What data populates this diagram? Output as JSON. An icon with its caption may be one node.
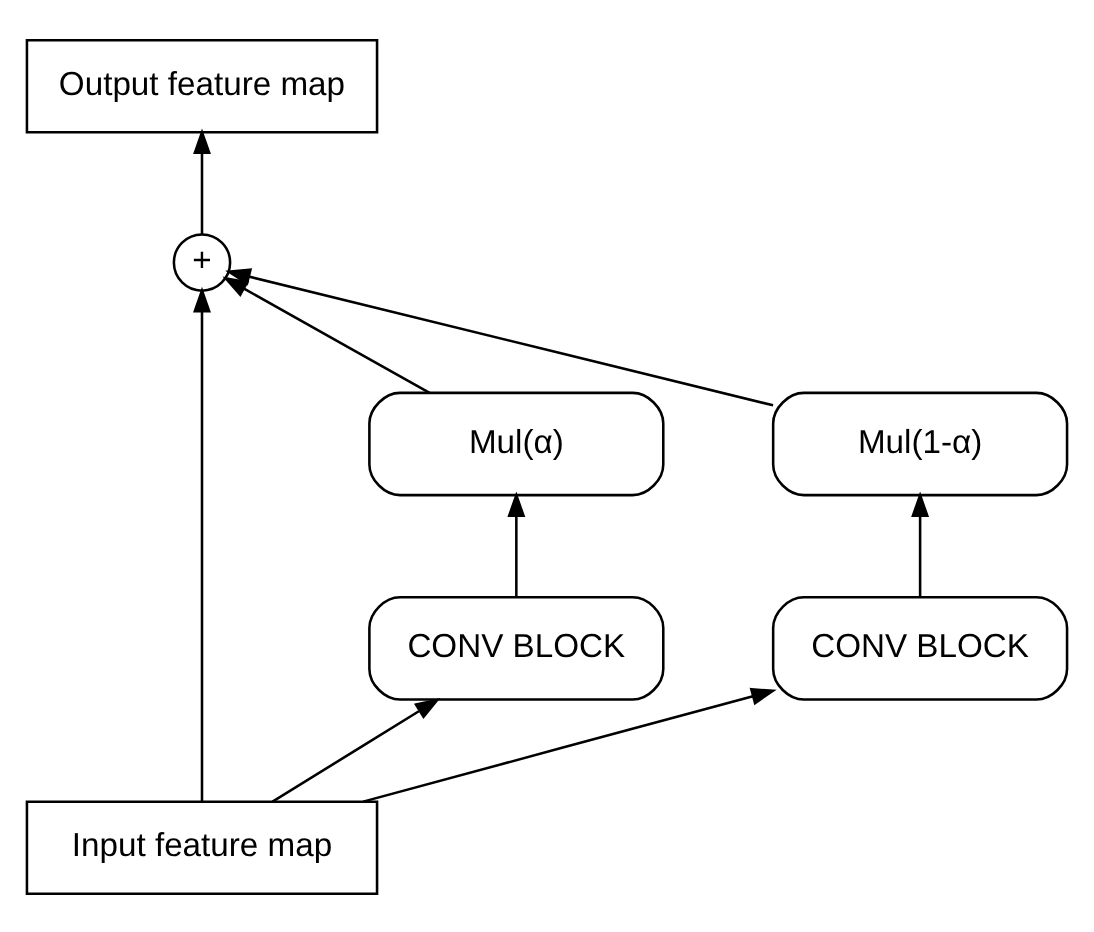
{
  "diagram": {
    "nodes": [
      {
        "text": [
          "Output feature map"
        ]
      },
      {
        "text": [
          "+"
        ]
      },
      {
        "text": [
          "Mul(α)"
        ]
      },
      {
        "text": [
          "Mul(1-α)"
        ]
      },
      {
        "text": [
          "CONV BLOCK"
        ]
      },
      {
        "text": [
          "CONV BLOCK"
        ]
      },
      {
        "text": [
          "Input feature map"
        ]
      }
    ],
    "edges": [
      {
        "from": 6,
        "to": 4,
        "arrow": "to"
      },
      {
        "from": 6,
        "to": 1,
        "arrow": "to"
      },
      {
        "from": 6,
        "to": 5,
        "arrow": "to"
      },
      {
        "from": 4,
        "to": 2,
        "arrow": "to"
      },
      {
        "from": 5,
        "to": 3,
        "arrow": "to"
      },
      {
        "from": 2,
        "to": 1,
        "arrow": "to"
      },
      {
        "from": 3,
        "to": 1,
        "arrow": "to"
      },
      {
        "from": 1,
        "to": 0,
        "arrow": "to"
      }
    ]
  }
}
